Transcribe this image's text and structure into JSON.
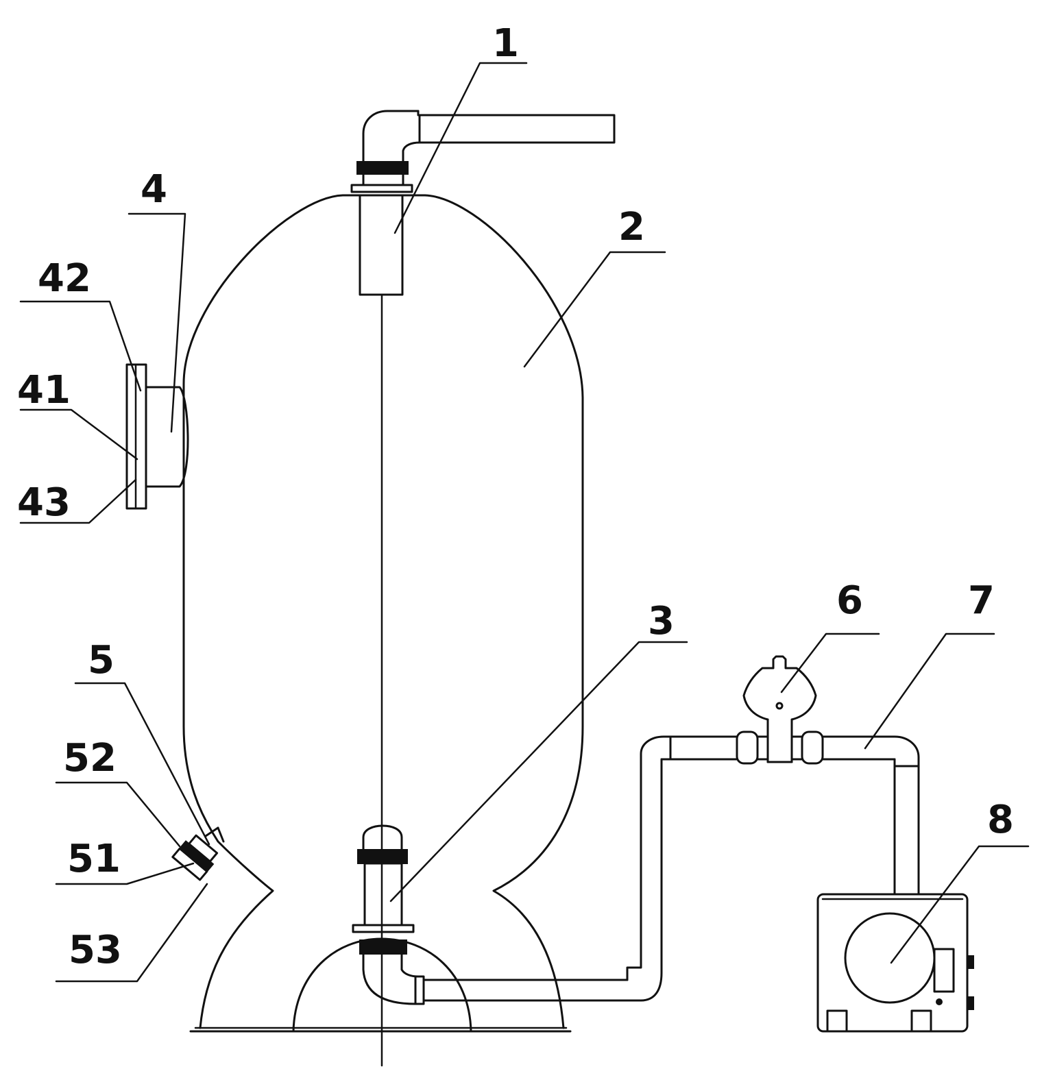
{
  "labels": {
    "l1": "1",
    "l2": "2",
    "l3": "3",
    "l4": "4",
    "l41": "41",
    "l42": "42",
    "l43": "43",
    "l5": "5",
    "l51": "51",
    "l52": "52",
    "l53": "53",
    "l6": "6",
    "l7": "7",
    "l8": "8"
  }
}
